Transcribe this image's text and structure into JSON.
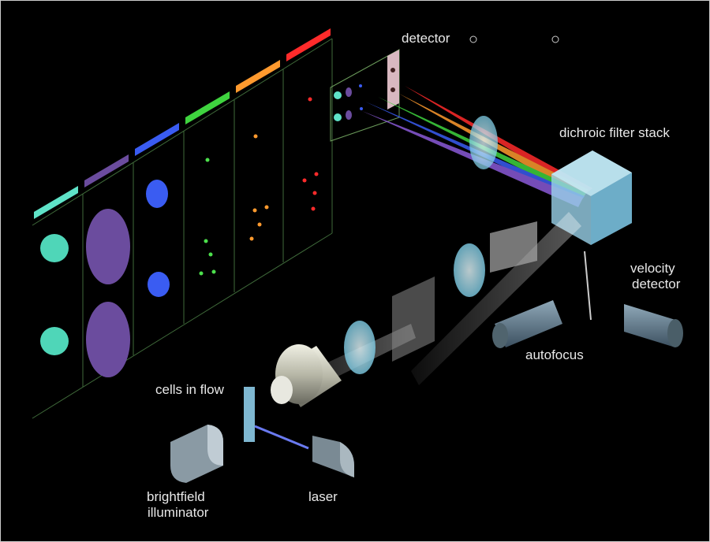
{
  "labels": {
    "detector": "detector",
    "dichroic": "dichroic filter stack",
    "velocity_1": "velocity",
    "velocity_2": "detector",
    "autofocus": "autofocus",
    "cells": "cells in flow",
    "brightfield_1": "brightfield",
    "brightfield_2": "illuminator",
    "laser": "laser"
  },
  "channel_colors": [
    "#5fe3c8",
    "#6b4c9e",
    "#3a5cf2",
    "#3fd43f",
    "#ff9a2e",
    "#ff2b2b"
  ],
  "colors": {
    "background": "#000000",
    "text": "#e8e8e8",
    "optics": "#a8e4f4"
  }
}
